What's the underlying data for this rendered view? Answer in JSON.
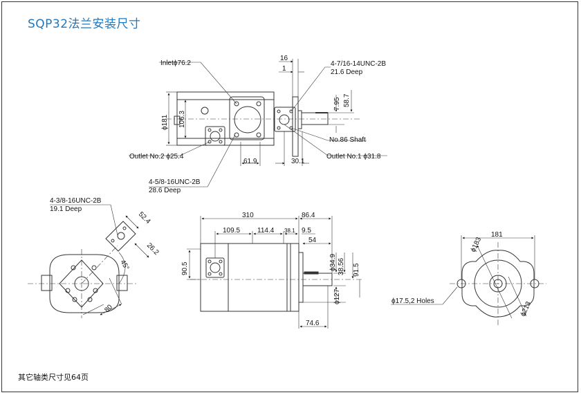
{
  "title": "SQP32法兰安装尺寸",
  "footnote": "其它轴类尺寸见64页",
  "labels": {
    "inlet": "Inletϕ76.2",
    "outlet2": "Outlet No.2 ϕ25.4",
    "outlet1": "Outlet No.1 ϕ31.8",
    "thread_a": "4-5/8-16UNC-2B",
    "thread_a_depth": "28.6 Deep",
    "thread_b": "4-7/16-14UNC-2B",
    "thread_b_depth": "21.6 Deep",
    "thread_c": "4-3/8-16UNC-2B",
    "thread_c_depth": "19.1 Deep",
    "shaft": "No.86 Shaft",
    "holes": "ϕ17.5,2 Holes"
  },
  "dims": {
    "d181": "ϕ181",
    "d106": "106.3",
    "d16": "16",
    "d1": "1",
    "d619": "61.9",
    "d301": "30.1",
    "d795": "7.95",
    "d795_tol": "0\n-0.015",
    "d587": "58.7",
    "d524": "52.4",
    "d262": "26.2",
    "d45": "45°",
    "d80": "80",
    "d310": "310",
    "d864": "86.4",
    "d1095": "109.5",
    "d1144": "114.4",
    "d381": "38.1",
    "d95": "9.5",
    "d54": "54",
    "d905": "90.5",
    "d349": "ϕ34.9",
    "d349_tol": "0\n-0.025",
    "d3856": "38.56",
    "d3856_tol": "0\n-0.25",
    "d915": "91.5",
    "d127": "ϕ127",
    "d127_tol": "0\n-0.05",
    "d746": "74.6",
    "d181b": "181",
    "d183": "ϕ183",
    "d213": "ϕ213"
  }
}
